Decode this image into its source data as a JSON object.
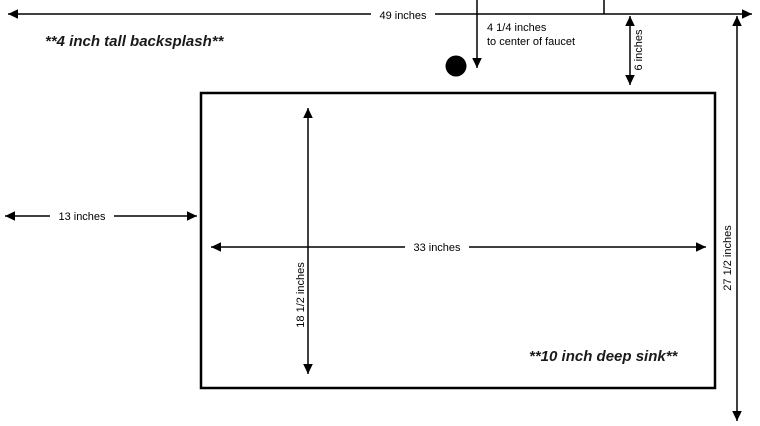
{
  "diagram": {
    "notes": {
      "backsplash": "**4 inch tall backsplash**",
      "sink_depth": "**10 inch deep sink**"
    },
    "measurements": {
      "countertop_width": "49 inches",
      "faucet_offset_line1": "4 1/4 inches",
      "faucet_offset_line2": "to center of faucet",
      "top_to_sink": "6 inches",
      "left_to_sink": "13 inches",
      "sink_width": "33 inches",
      "sink_front_to_back": "18 1/2 inches",
      "countertop_depth": "27 1/2 inches"
    },
    "colors": {
      "line": "#000000",
      "background": "#ffffff"
    }
  }
}
